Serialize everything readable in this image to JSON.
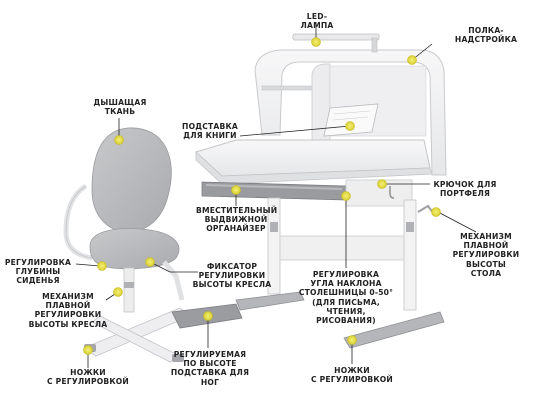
{
  "labels": {
    "led_lamp": "LED-ЛАМПА",
    "shelf": "ПОЛКА-\nНАДСТРОЙКА",
    "breathable": "ДЫШАЩАЯ\nТКАНЬ",
    "book_stand": "ПОДСТАВКА\nДЛЯ КНИГИ",
    "hook": "КРЮЧОК ДЛЯ\nПОРТФЕЛЯ",
    "organizer": "ВМЕСТИТЕЛЬНЫЙ\nВЫДВИЖНОЙ\nОРГАНАЙЗЕР",
    "desk_mech": "МЕХАНИЗМ\nПЛАВНОЙ\nРЕГУЛИРОВКИ\nВЫСОТЫ\nСТОЛА",
    "seat_depth": "РЕГУЛИРОВКА\nГЛУБИНЫ\nСИДЕНЬЯ",
    "chair_lock": "ФИКСАТОР\nРЕГУЛИРОВКИ\nВЫСОТЫ КРЕСЛА",
    "tilt": "РЕГУЛИРОВКА\nУГЛА НАКЛОНА\nСТОЛЕШНИЦЫ 0-50°\n(ДЛЯ ПИСЬМА,\nЧТЕНИЯ,\nРИСОВАНИЯ)",
    "chair_mech": "МЕХАНИЗМ\nПЛАВНОЙ\nРЕГУЛИРОВКИ\nВЫСОТЫ КРЕСЛА",
    "footrest": "РЕГУЛИРУЕМАЯ\nПО ВЫСОТЕ\nПОДСТАВКА ДЛЯ НОГ",
    "chair_feet": "НОЖКИ\nС РЕГУЛИРОВКОЙ",
    "desk_feet": "НОЖКИ\nС РЕГУЛИРОВКОЙ"
  },
  "colors": {
    "accent": "#e6e05a",
    "furniture": "#f2f2f3",
    "outline": "#c9cacc",
    "grey_fabric": "#b7b8ba",
    "dark_grey": "#8c8d90"
  }
}
